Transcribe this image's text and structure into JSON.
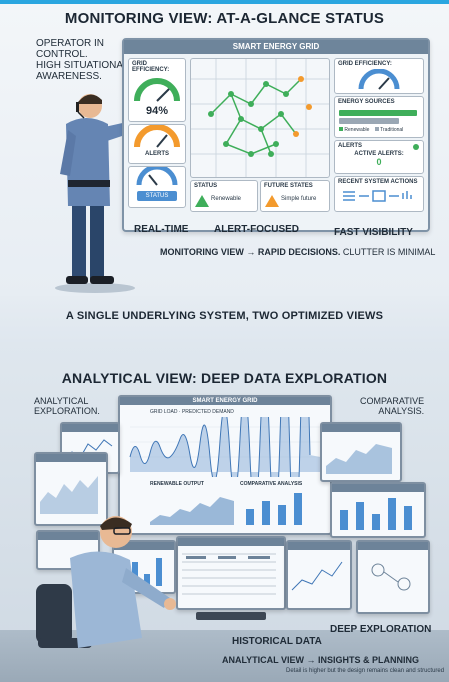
{
  "monitoring": {
    "title": "MONITORING VIEW: AT-A-GLANCE STATUS",
    "operator_note": [
      "OPERATOR IN",
      "CONTROL.",
      "HIGH SITUATIONAL",
      "AWARENESS."
    ],
    "dashboard_title": "SMART ENERGY GRID",
    "grid_efficiency_label": "GRID EFFICIENCY:",
    "grid_efficiency_value": "94%",
    "alerts_label": "ALERTS",
    "status_label": "STATUS",
    "status_renewable": "Renewable",
    "future_states_label": "FUTURE STATES",
    "future_states_value": "Simple future",
    "energy_sources_label": "ENERGY SOURCES",
    "renewable_label": "Renewable",
    "traditional_label": "Traditional",
    "active_alerts_label": "ACTIVE ALERTS:",
    "active_alerts_value": "0",
    "recent_actions_label": "RECENT SYSTEM ACTIONS",
    "status_button": "STATUS",
    "labels": [
      "REAL-TIME",
      "ALERT-FOCUSED",
      "FAST VISIBILITY"
    ],
    "caption_bold": "MONITORING VIEW → RAPID DECISIONS.",
    "caption_rest": "CLUTTER IS MINIMAL"
  },
  "middle": {
    "text": "A SINGLE UNDERLYING SYSTEM, TWO OPTIMIZED VIEWS"
  },
  "analytical": {
    "title": "ANALYTICAL VIEW: DEEP DATA EXPLORATION",
    "left_note": [
      "ANALYTICAL",
      "EXPLORATION."
    ],
    "right_note": [
      "COMPARATIVE",
      "ANALYSIS."
    ],
    "dashboard_title": "SMART ENERGY GRID",
    "grid_load_label": "GRID LOAD",
    "predicted_label": "PREDICTED DEMAND",
    "renewable_output_label": "RENEWABLE OUTPUT",
    "comparative_label": "COMPARATIVE ANALYSIS",
    "labels": [
      "HISTORICAL DATA",
      "DEEP EXPLORATION"
    ],
    "caption": "ANALYTICAL VIEW → INSIGHTS & PLANNING",
    "subcaption": "Detail is higher but the design remains clean and structured"
  },
  "colors": {
    "accent": "#2aa6e0",
    "green": "#3fae5a",
    "orange": "#f39a2d",
    "blue": "#4b8ed1",
    "navy": "#1c2733"
  }
}
